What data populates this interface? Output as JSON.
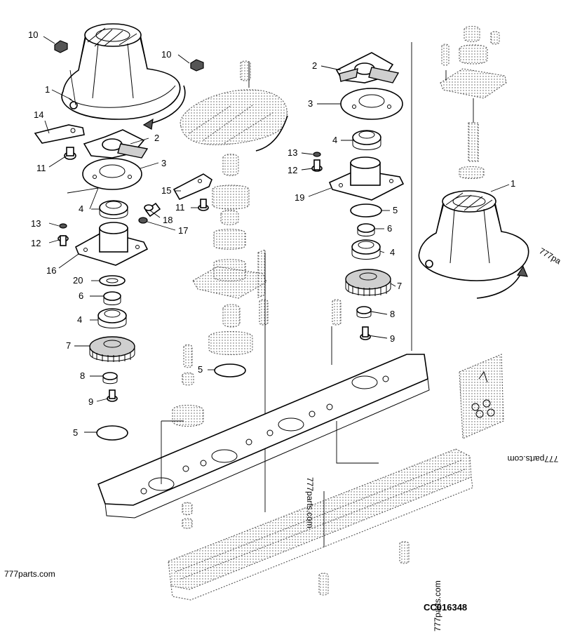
{
  "labels": {
    "l10a": "10",
    "l1a": "1",
    "l14": "14",
    "l2a": "2",
    "l11a": "11",
    "l3a": "3",
    "l4a": "4",
    "l13a": "13",
    "l12a": "12",
    "l16": "16",
    "l20": "20",
    "l6a": "6",
    "l4b": "4",
    "l7a": "7",
    "l8a": "8",
    "l9a": "9",
    "l5a": "5",
    "l10b": "10",
    "l15": "15",
    "l11b": "11",
    "l18": "18",
    "l17": "17",
    "l5b": "5",
    "l2b": "2",
    "l3b": "3",
    "l13b": "13",
    "l4c": "4",
    "l12b": "12",
    "l19": "19",
    "l5c": "5",
    "l6b": "6",
    "l4d": "4",
    "l7b": "7",
    "l8b": "8",
    "l9b": "9",
    "l1b": "1"
  },
  "watermarks": {
    "bottom_left": "777parts.com",
    "right_rotated": "777parts.com",
    "right_edge": "777pa",
    "center_rotated": "777parts.com",
    "bottom_vertical": "777parts.com"
  },
  "drawing_code": "CC016348"
}
